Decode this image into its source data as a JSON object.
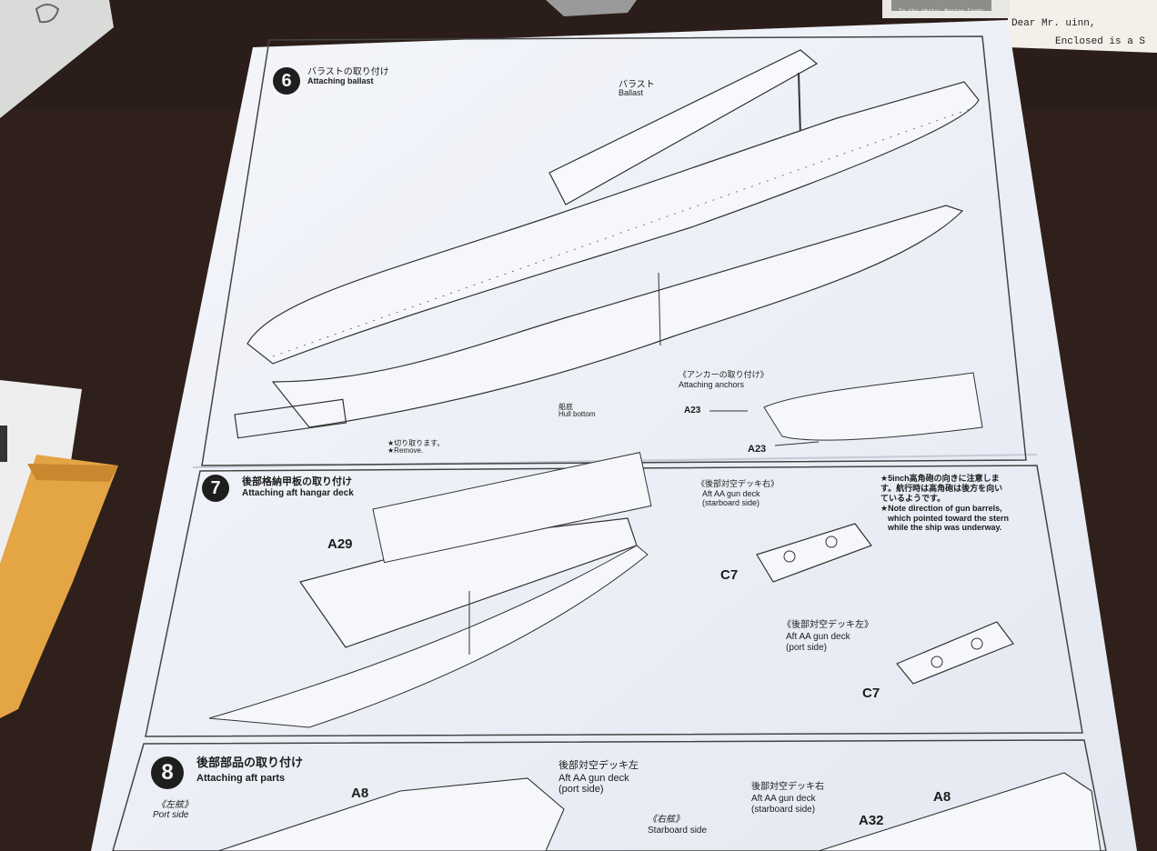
{
  "letter": {
    "caption": "In the photo: Marine Fonds",
    "greeting": "Dear Mr. uinn,",
    "body": "Enclosed is a S"
  },
  "steps": [
    {
      "number": "6",
      "title_jp": "バラストの取り付け",
      "title_en": "Attaching ballast"
    },
    {
      "number": "7",
      "title_jp": "後部格納甲板の取り付け",
      "title_en": "Attaching aft hangar deck"
    },
    {
      "number": "8",
      "title_jp": "後部部品の取り付け",
      "title_en": "Attaching aft parts"
    }
  ],
  "step6": {
    "ballast_jp": "バラスト",
    "ballast_en": "Ballast",
    "hull_bottom_jp": "船底",
    "hull_bottom_en": "Hull bottom",
    "remove_jp": "★切り取ります。",
    "remove_en": "★Remove.",
    "anchors_jp": "《アンカーの取り付け》",
    "anchors_en": "Attaching anchors",
    "part_a23_top": "A23",
    "part_a23_bottom": "A23"
  },
  "step7": {
    "part_a29": "A29",
    "starboard_jp": "《後部対空デッキ右》",
    "starboard_en1": "Aft AA gun deck",
    "starboard_en2": "(starboard side)",
    "port_jp": "《後部対空デッキ左》",
    "port_en1": "Aft AA gun deck",
    "port_en2": "(port side)",
    "part_c7_top": "C7",
    "part_c7_bottom": "C7",
    "note_jp1": "★5inch高角砲の向きに注意しま",
    "note_jp2": "す。航行時は高角砲は後方を向い",
    "note_jp3": "ているようです。",
    "note_en1": "★Note direction of gun barrels,",
    "note_en2": "which pointed toward the stern",
    "note_en3": "while the ship was underway."
  },
  "step8": {
    "port_side_jp": "《左舷》",
    "port_side_en": "Port side",
    "aa_port_jp": "後部対空デッキ左",
    "aa_port_en1": "Aft AA gun deck",
    "aa_port_en2": "(port side)",
    "starboard_side_jp": "《右舷》",
    "starboard_side_en": "Starboard side",
    "aa_stbd_jp": "後部対空デッキ右",
    "aa_stbd_en1": "Aft AA gun deck",
    "aa_stbd_en2": "(starboard side)",
    "part_a8_left": "A8",
    "part_a8_right": "A8",
    "part_a32": "A32"
  }
}
